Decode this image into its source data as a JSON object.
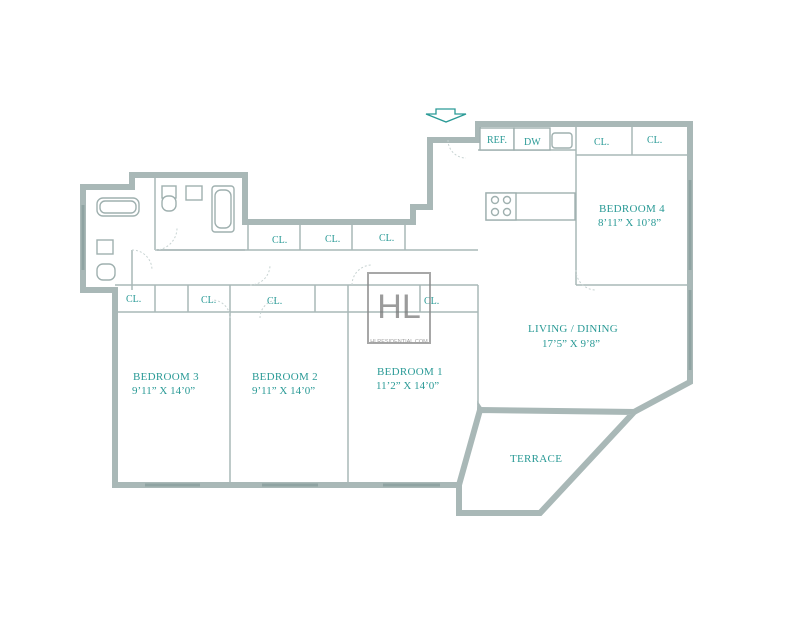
{
  "rooms": {
    "bedroom4": {
      "name": "BEDROOM 4",
      "dims": "8’11” X 10’8”"
    },
    "bedroom3": {
      "name": "BEDROOM 3",
      "dims": "9’11” X 14’0”"
    },
    "bedroom2": {
      "name": "BEDROOM 2",
      "dims": "9’11” X 14’0”"
    },
    "bedroom1": {
      "name": "BEDROOM 1",
      "dims": "11’2” X 14’0”"
    },
    "living": {
      "name": "LIVING / DINING",
      "dims": "17’5” X 9’8”"
    },
    "terrace": {
      "name": "TERRACE"
    }
  },
  "labels": {
    "closet": "CL.",
    "ref": "REF.",
    "dw": "DW"
  },
  "watermark": {
    "mark": "HL",
    "site": "HLRESIDENTIAL.COM"
  },
  "colors": {
    "label": "#2a9a96",
    "wall": "#a9b8b7",
    "entry_arrow": "#2a9a96"
  }
}
